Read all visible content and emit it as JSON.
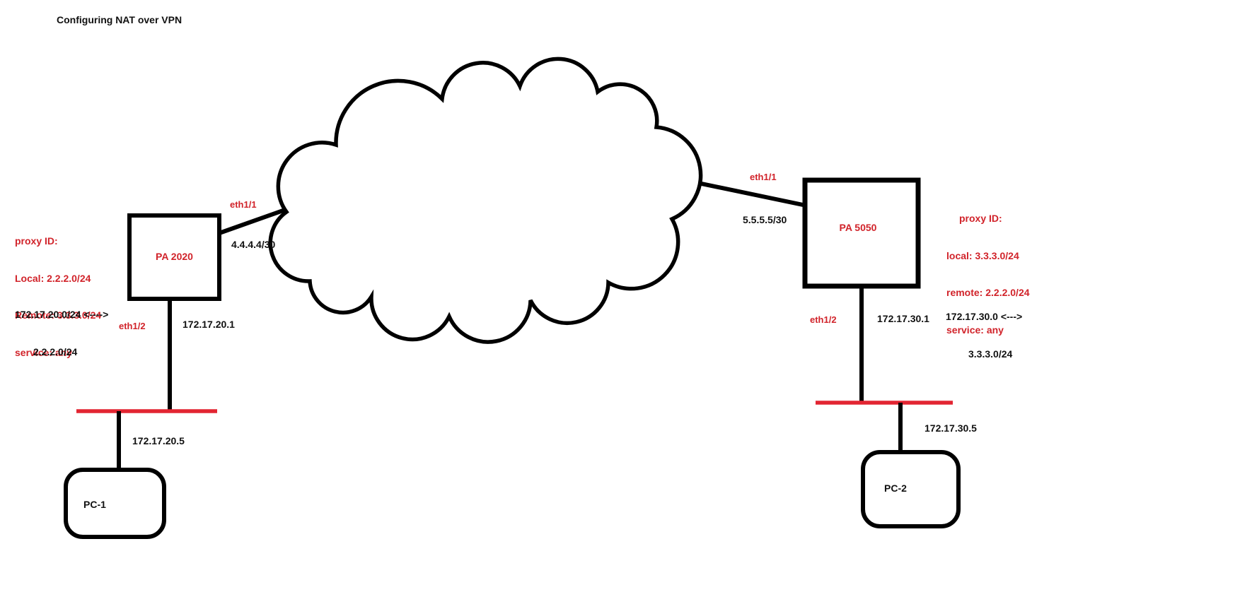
{
  "title": "Configuring NAT over VPN",
  "colors": {
    "line": "#000000",
    "red_text": "#d1232a",
    "lan_bar": "#e22532"
  },
  "cloud": {
    "name": "internet-cloud"
  },
  "left": {
    "firewall_label": "PA 2020",
    "proxy_lines": [
      "proxy ID:",
      "Local: 2.2.2.0/24",
      "Remote: 3.3.3.0/24",
      "service: any"
    ],
    "nat_line1": "172.17.20.0/24 <---->",
    "nat_line2": "2.2.2.0/24",
    "wan_interface": "eth1/1",
    "wan_ip": "4.4.4.4/30",
    "lan_interface": "eth1/2",
    "lan_ip": "172.17.20.1",
    "host_ip": "172.17.20.5",
    "host_label": "PC-1"
  },
  "right": {
    "firewall_label": "PA 5050",
    "proxy_lines": [
      "proxy ID:",
      "local: 3.3.3.0/24",
      "remote: 2.2.2.0/24",
      "service: any"
    ],
    "nat_line1": "172.17.30.0 <--->",
    "nat_line2": "3.3.3.0/24",
    "wan_interface": "eth1/1",
    "wan_ip": "5.5.5.5/30",
    "lan_interface": "eth1/2",
    "lan_ip": "172.17.30.1",
    "host_ip": "172.17.30.5",
    "host_label": "PC-2"
  }
}
